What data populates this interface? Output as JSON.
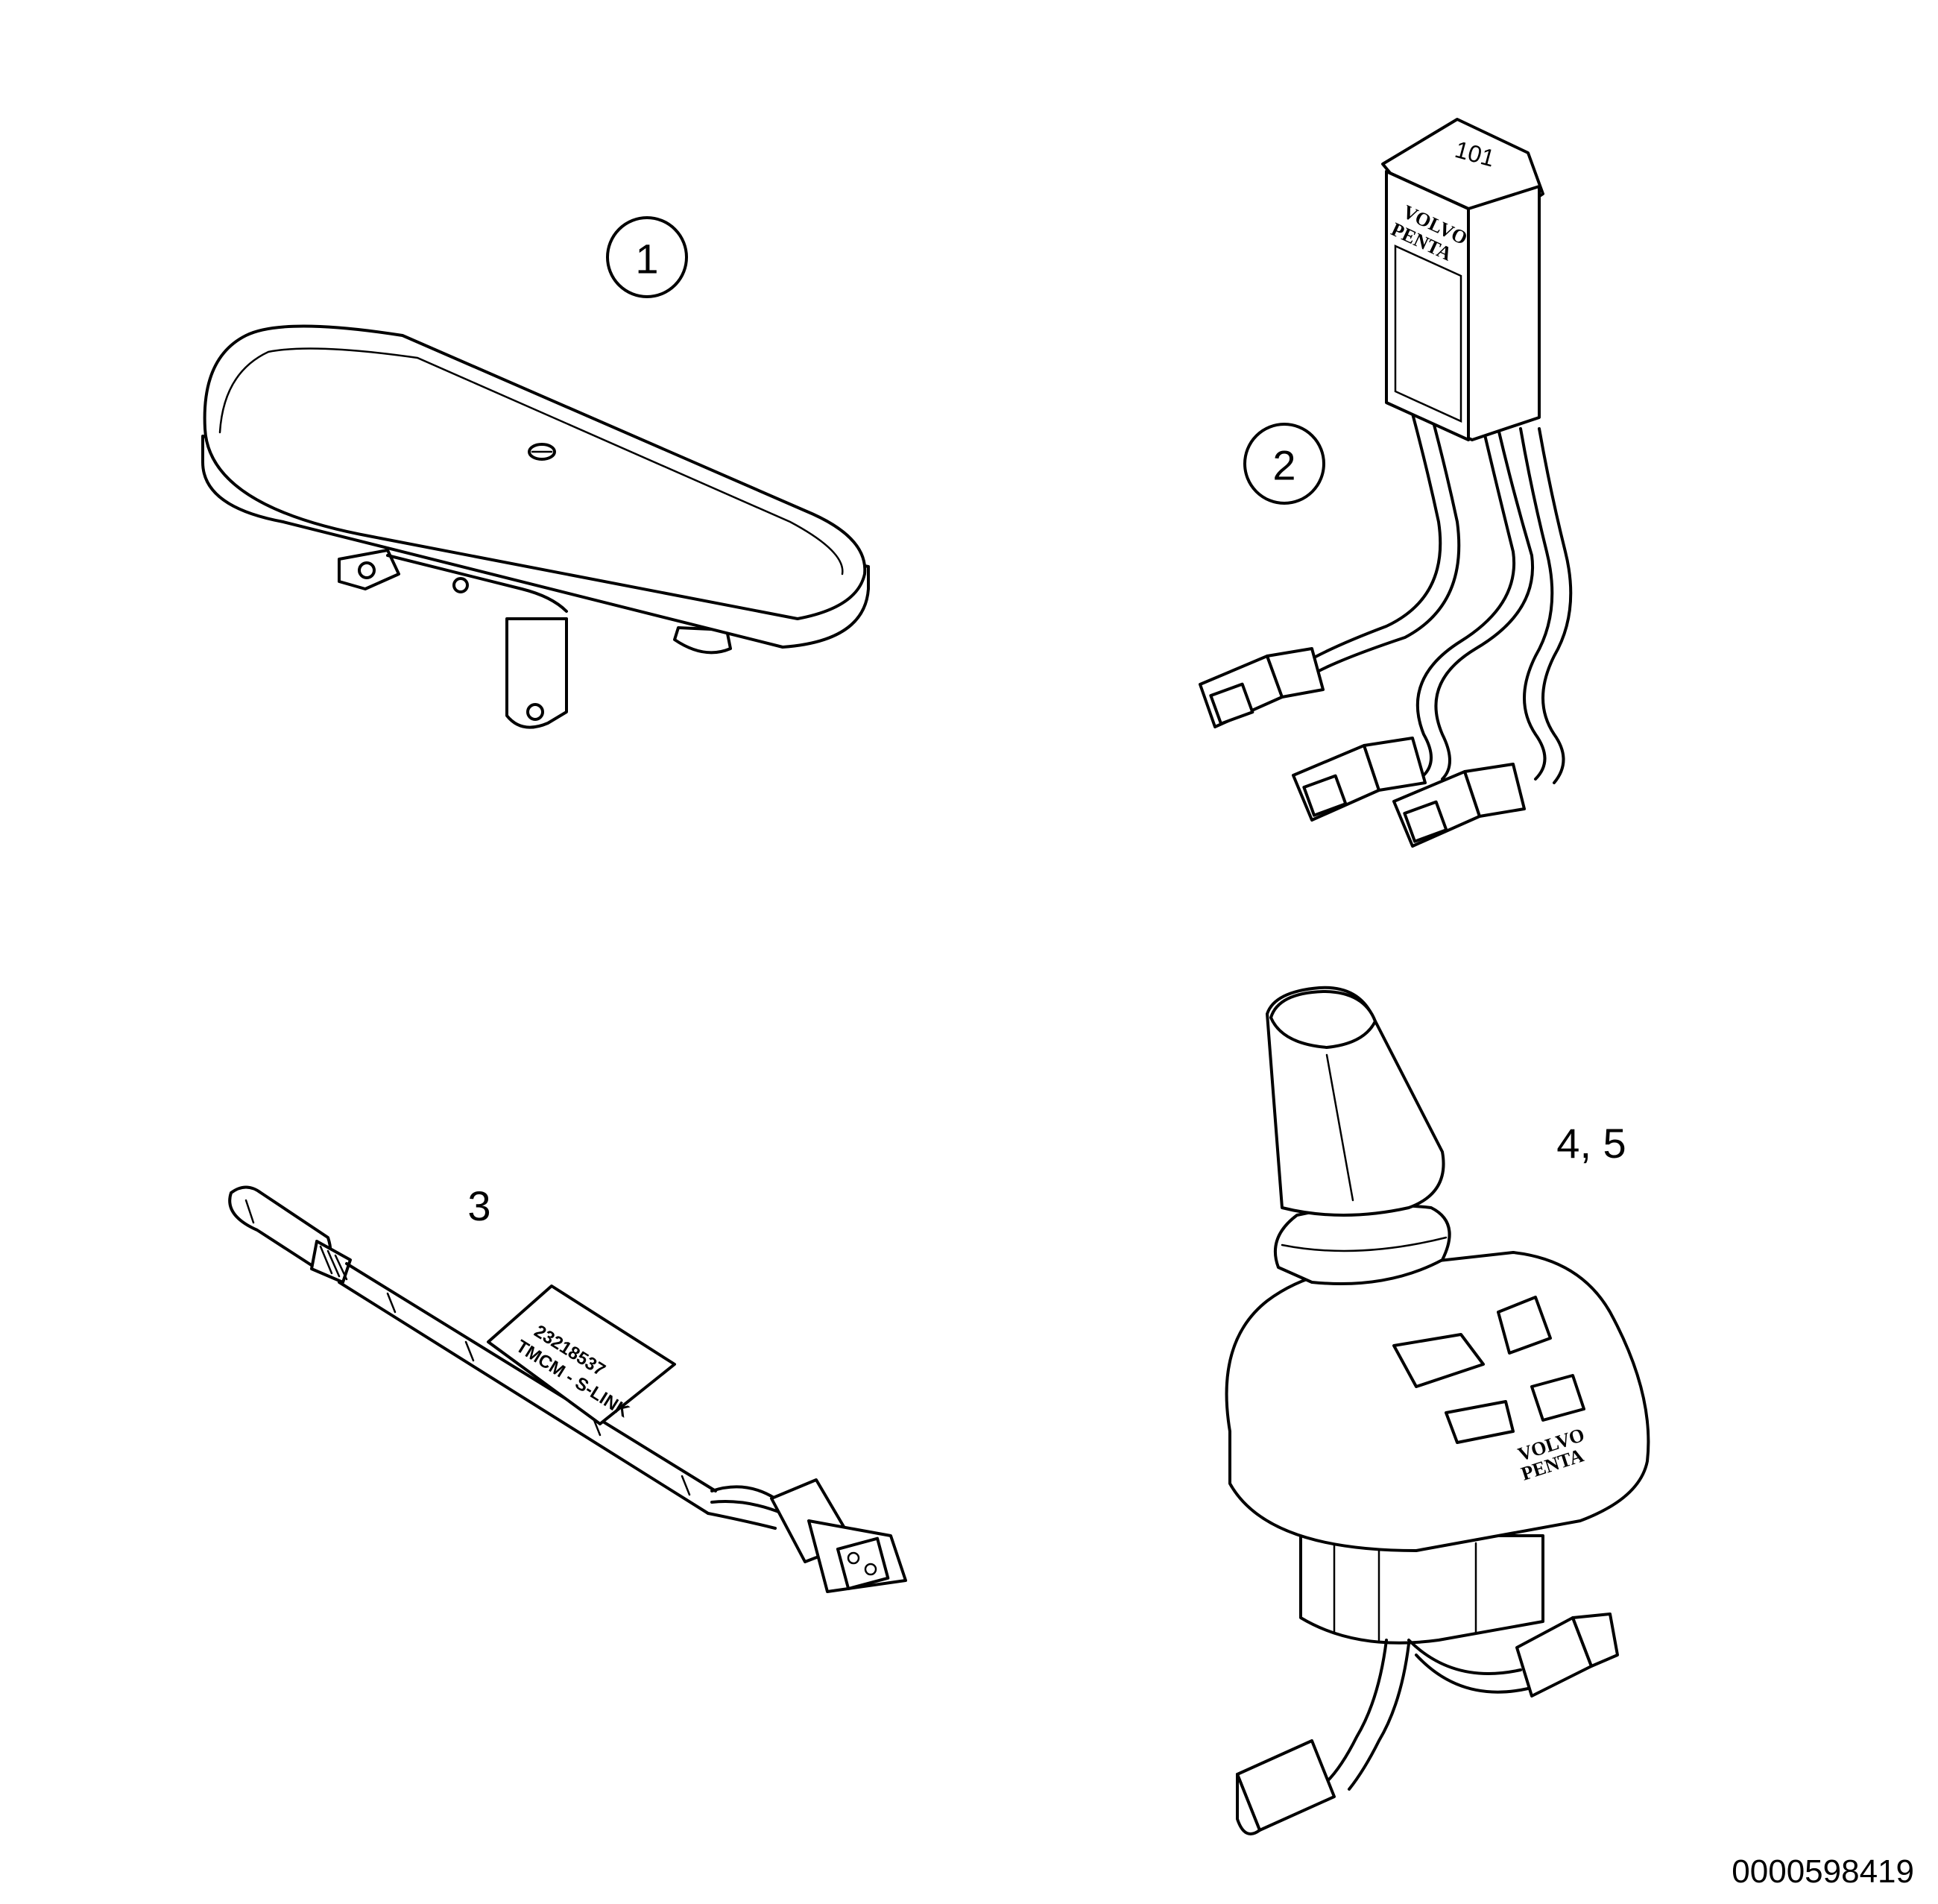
{
  "parts": [
    {
      "callout": "1",
      "part": "antenna-housing"
    },
    {
      "callout": "2",
      "part": "control-module-harness",
      "module_mark": "101",
      "brand_line1": "VOLVO",
      "brand_line2": "PENTA"
    },
    {
      "callout": "3",
      "part": "adapter-cable",
      "tag_line1": "23218537",
      "tag_line2": "TMCM - S-LINK"
    },
    {
      "callout": "4, 5",
      "part": "joystick",
      "brand_line1": "VOLVO",
      "brand_line2": "PENTA"
    }
  ],
  "drawing_id": "0000598419"
}
